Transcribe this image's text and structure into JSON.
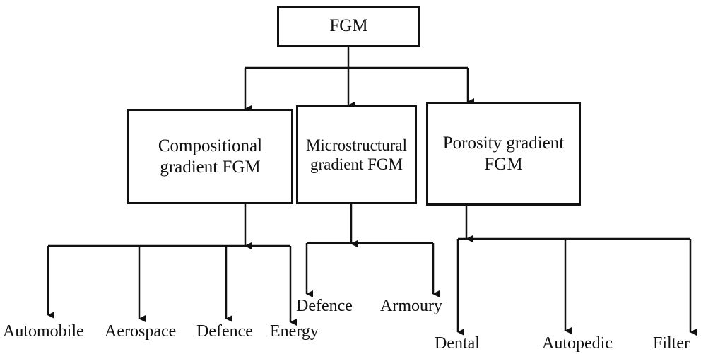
{
  "diagram": {
    "root": {
      "label": "FGM"
    },
    "categories": [
      {
        "id": "compositional",
        "label_line1": "Compositional",
        "label_line2": "gradient FGM",
        "applications": [
          "Automobile",
          "Aerospace",
          "Defence",
          "Energy"
        ]
      },
      {
        "id": "microstructural",
        "label_line1": "Microstructural",
        "label_line2": "gradient FGM",
        "applications": [
          "Defence",
          "Armoury"
        ]
      },
      {
        "id": "porosity",
        "label_line1": "Porosity gradient",
        "label_line2": "FGM",
        "applications": [
          "Dental",
          "Autopedic",
          "Filter"
        ]
      }
    ],
    "colors": {
      "line": "#111111",
      "background": "#ffffff",
      "text": "#111111"
    }
  }
}
